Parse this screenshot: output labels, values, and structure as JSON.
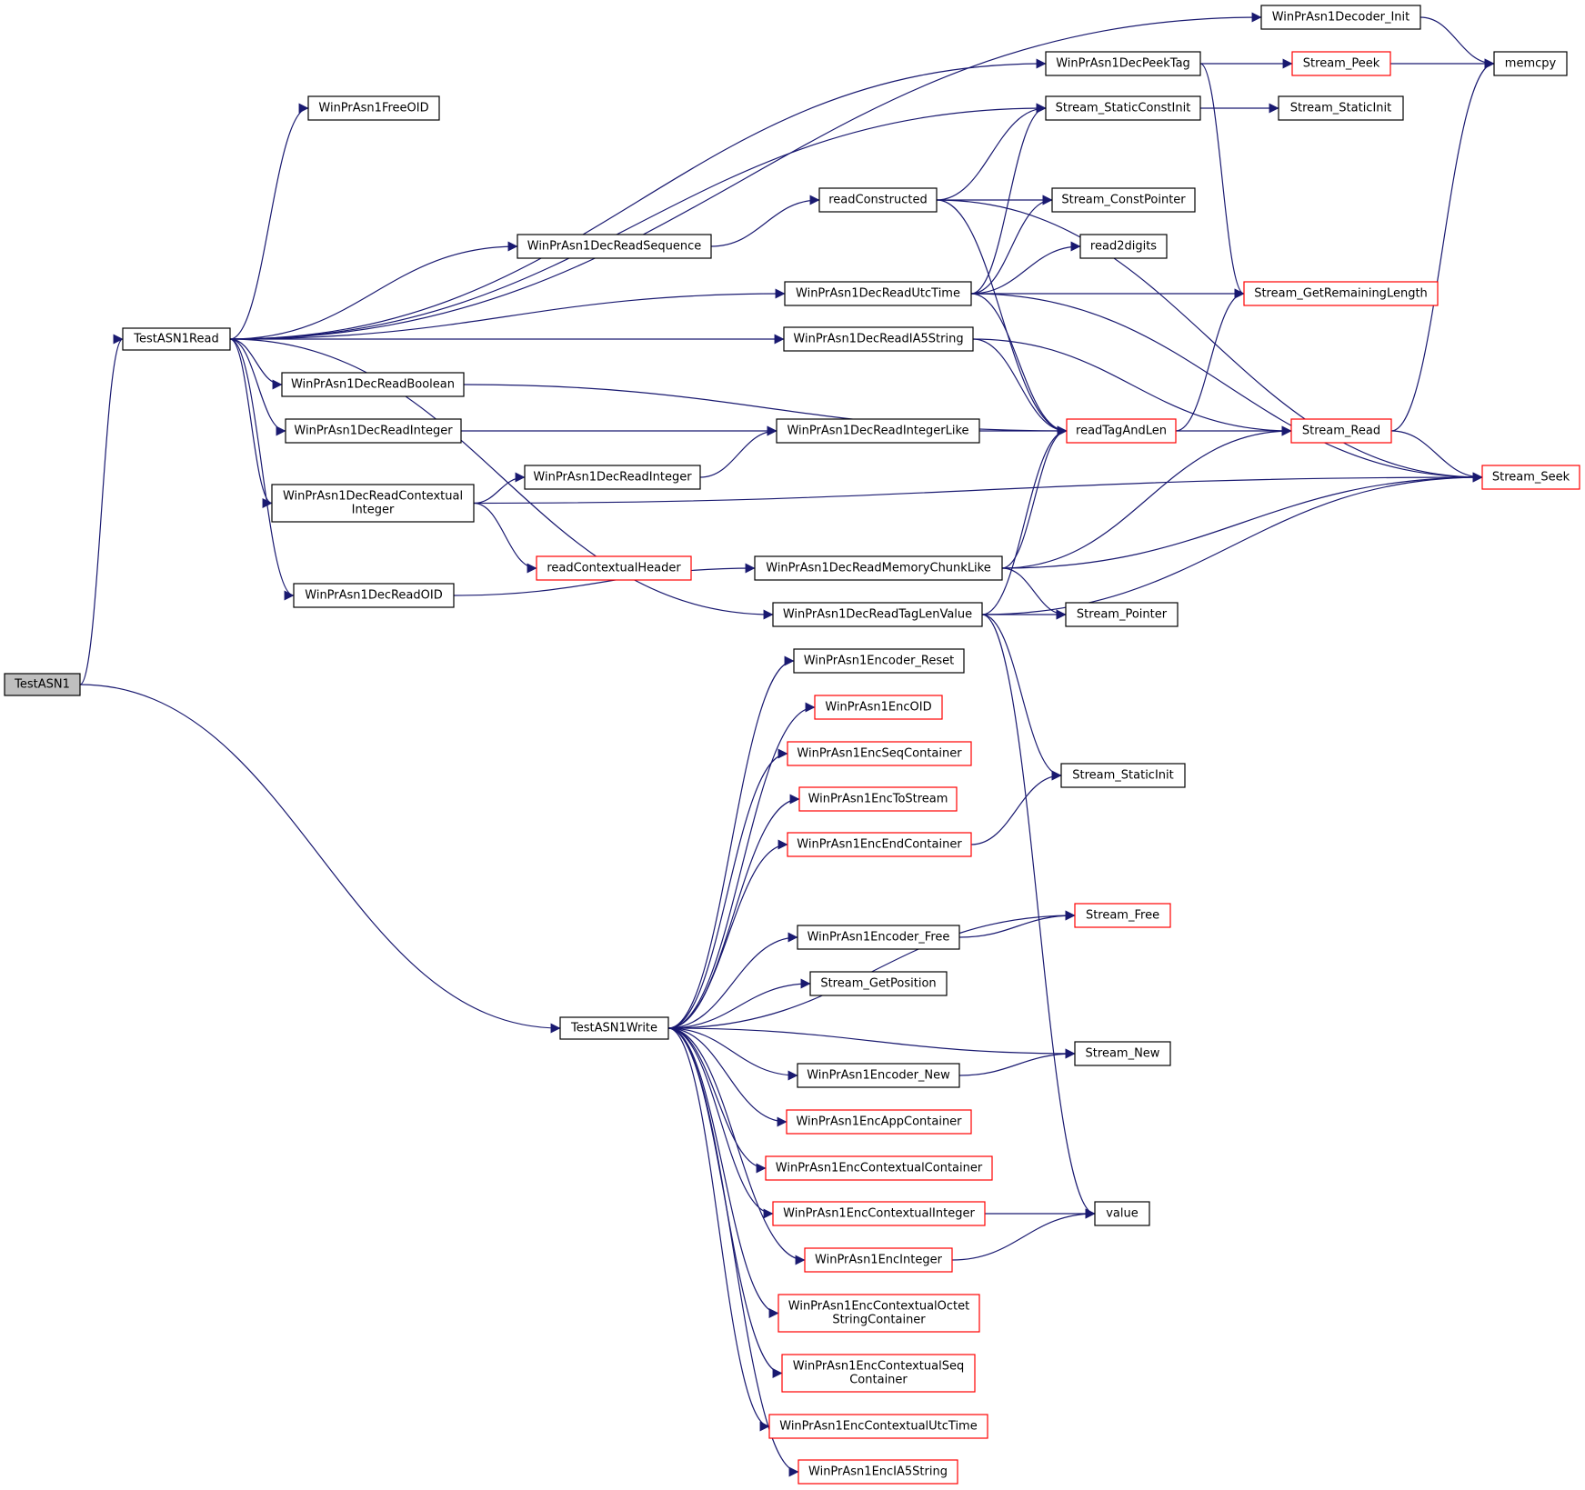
{
  "colors": {
    "edge": "#191970",
    "node_border": "#000000",
    "node_border_incomplete": "#ff0000",
    "root_fill": "#bfbfbf",
    "node_fill": "#ffffff"
  },
  "nodes": [
    {
      "id": "TestASN1",
      "lines": [
        "TestASN1"
      ],
      "style": "root"
    },
    {
      "id": "TestASN1Read",
      "lines": [
        "TestASN1Read"
      ],
      "style": "normal"
    },
    {
      "id": "TestASN1Write",
      "lines": [
        "TestASN1Write"
      ],
      "style": "normal"
    },
    {
      "id": "WinPrAsn1Decoder_Init",
      "lines": [
        "WinPrAsn1Decoder_Init"
      ],
      "style": "normal"
    },
    {
      "id": "memcpy",
      "lines": [
        "memcpy"
      ],
      "style": "normal"
    },
    {
      "id": "WinPrAsn1DecPeekTag",
      "lines": [
        "WinPrAsn1DecPeekTag"
      ],
      "style": "normal"
    },
    {
      "id": "Stream_Peek",
      "lines": [
        "Stream_Peek"
      ],
      "style": "red"
    },
    {
      "id": "WinPrAsn1FreeOID",
      "lines": [
        "WinPrAsn1FreeOID"
      ],
      "style": "normal"
    },
    {
      "id": "Stream_StaticConstInit",
      "lines": [
        "Stream_StaticConstInit"
      ],
      "style": "normal"
    },
    {
      "id": "Stream_StaticInit_top",
      "lines": [
        "Stream_StaticInit"
      ],
      "style": "normal"
    },
    {
      "id": "readConstructed",
      "lines": [
        "readConstructed"
      ],
      "style": "normal"
    },
    {
      "id": "Stream_ConstPointer",
      "lines": [
        "Stream_ConstPointer"
      ],
      "style": "normal"
    },
    {
      "id": "WinPrAsn1DecReadSequence",
      "lines": [
        "WinPrAsn1DecReadSequence"
      ],
      "style": "normal"
    },
    {
      "id": "read2digits",
      "lines": [
        "read2digits"
      ],
      "style": "normal"
    },
    {
      "id": "WinPrAsn1DecReadUtcTime",
      "lines": [
        "WinPrAsn1DecReadUtcTime"
      ],
      "style": "normal"
    },
    {
      "id": "Stream_GetRemainingLength",
      "lines": [
        "Stream_GetRemainingLength"
      ],
      "style": "red"
    },
    {
      "id": "WinPrAsn1DecReadIA5String",
      "lines": [
        "WinPrAsn1DecReadIA5String"
      ],
      "style": "normal"
    },
    {
      "id": "WinPrAsn1DecReadBoolean",
      "lines": [
        "WinPrAsn1DecReadBoolean"
      ],
      "style": "normal"
    },
    {
      "id": "WinPrAsn1DecReadInteger_a",
      "lines": [
        "WinPrAsn1DecReadInteger"
      ],
      "style": "normal"
    },
    {
      "id": "WinPrAsn1DecReadIntegerLike",
      "lines": [
        "WinPrAsn1DecReadIntegerLike"
      ],
      "style": "normal"
    },
    {
      "id": "readTagAndLen",
      "lines": [
        "readTagAndLen"
      ],
      "style": "red"
    },
    {
      "id": "Stream_Read",
      "lines": [
        "Stream_Read"
      ],
      "style": "red"
    },
    {
      "id": "Stream_Seek",
      "lines": [
        "Stream_Seek"
      ],
      "style": "red"
    },
    {
      "id": "WinPrAsn1DecReadInteger_b",
      "lines": [
        "WinPrAsn1DecReadInteger"
      ],
      "style": "normal"
    },
    {
      "id": "WinPrAsn1DecReadContextualInteger",
      "lines": [
        "WinPrAsn1DecReadContextual",
        "Integer"
      ],
      "style": "normal"
    },
    {
      "id": "readContextualHeader",
      "lines": [
        "readContextualHeader"
      ],
      "style": "red"
    },
    {
      "id": "WinPrAsn1DecReadMemoryChunkLike",
      "lines": [
        "WinPrAsn1DecReadMemoryChunkLike"
      ],
      "style": "normal"
    },
    {
      "id": "WinPrAsn1DecReadOID",
      "lines": [
        "WinPrAsn1DecReadOID"
      ],
      "style": "normal"
    },
    {
      "id": "WinPrAsn1DecReadTagLenValue",
      "lines": [
        "WinPrAsn1DecReadTagLenValue"
      ],
      "style": "normal"
    },
    {
      "id": "Stream_Pointer",
      "lines": [
        "Stream_Pointer"
      ],
      "style": "normal"
    },
    {
      "id": "WinPrAsn1Encoder_Reset",
      "lines": [
        "WinPrAsn1Encoder_Reset"
      ],
      "style": "normal"
    },
    {
      "id": "WinPrAsn1EncOID",
      "lines": [
        "WinPrAsn1EncOID"
      ],
      "style": "red"
    },
    {
      "id": "WinPrAsn1EncSeqContainer",
      "lines": [
        "WinPrAsn1EncSeqContainer"
      ],
      "style": "red"
    },
    {
      "id": "Stream_StaticInit_mid",
      "lines": [
        "Stream_StaticInit"
      ],
      "style": "normal"
    },
    {
      "id": "WinPrAsn1EncToStream",
      "lines": [
        "WinPrAsn1EncToStream"
      ],
      "style": "red"
    },
    {
      "id": "WinPrAsn1EncEndContainer",
      "lines": [
        "WinPrAsn1EncEndContainer"
      ],
      "style": "red"
    },
    {
      "id": "Stream_Free",
      "lines": [
        "Stream_Free"
      ],
      "style": "red"
    },
    {
      "id": "WinPrAsn1Encoder_Free",
      "lines": [
        "WinPrAsn1Encoder_Free"
      ],
      "style": "normal"
    },
    {
      "id": "Stream_GetPosition",
      "lines": [
        "Stream_GetPosition"
      ],
      "style": "normal"
    },
    {
      "id": "Stream_New",
      "lines": [
        "Stream_New"
      ],
      "style": "normal"
    },
    {
      "id": "WinPrAsn1Encoder_New",
      "lines": [
        "WinPrAsn1Encoder_New"
      ],
      "style": "normal"
    },
    {
      "id": "WinPrAsn1EncAppContainer",
      "lines": [
        "WinPrAsn1EncAppContainer"
      ],
      "style": "red"
    },
    {
      "id": "WinPrAsn1EncContextualContainer",
      "lines": [
        "WinPrAsn1EncContextualContainer"
      ],
      "style": "red"
    },
    {
      "id": "WinPrAsn1EncContextualInteger",
      "lines": [
        "WinPrAsn1EncContextualInteger"
      ],
      "style": "red"
    },
    {
      "id": "value",
      "lines": [
        "value"
      ],
      "style": "normal"
    },
    {
      "id": "WinPrAsn1EncInteger",
      "lines": [
        "WinPrAsn1EncInteger"
      ],
      "style": "red"
    },
    {
      "id": "WinPrAsn1EncContextualOctetStringContainer",
      "lines": [
        "WinPrAsn1EncContextualOctet",
        "StringContainer"
      ],
      "style": "red"
    },
    {
      "id": "WinPrAsn1EncContextualSeqContainer",
      "lines": [
        "WinPrAsn1EncContextualSeq",
        "Container"
      ],
      "style": "red"
    },
    {
      "id": "WinPrAsn1EncContextualUtcTime",
      "lines": [
        "WinPrAsn1EncContextualUtcTime"
      ],
      "style": "red"
    },
    {
      "id": "WinPrAsn1EncIA5String",
      "lines": [
        "WinPrAsn1EncIA5String"
      ],
      "style": "red"
    }
  ],
  "edges": [
    [
      "TestASN1",
      "TestASN1Read"
    ],
    [
      "TestASN1",
      "TestASN1Write"
    ],
    [
      "TestASN1Read",
      "WinPrAsn1Decoder_Init"
    ],
    [
      "TestASN1Read",
      "WinPrAsn1FreeOID"
    ],
    [
      "TestASN1Read",
      "WinPrAsn1DecPeekTag"
    ],
    [
      "TestASN1Read",
      "Stream_StaticConstInit"
    ],
    [
      "TestASN1Read",
      "WinPrAsn1DecReadSequence"
    ],
    [
      "TestASN1Read",
      "WinPrAsn1DecReadUtcTime"
    ],
    [
      "TestASN1Read",
      "WinPrAsn1DecReadIA5String"
    ],
    [
      "TestASN1Read",
      "WinPrAsn1DecReadBoolean"
    ],
    [
      "TestASN1Read",
      "WinPrAsn1DecReadInteger_a"
    ],
    [
      "TestASN1Read",
      "WinPrAsn1DecReadContextualInteger"
    ],
    [
      "TestASN1Read",
      "WinPrAsn1DecReadOID"
    ],
    [
      "TestASN1Read",
      "WinPrAsn1DecReadTagLenValue"
    ],
    [
      "WinPrAsn1Decoder_Init",
      "memcpy"
    ],
    [
      "WinPrAsn1DecPeekTag",
      "Stream_Peek"
    ],
    [
      "WinPrAsn1DecPeekTag",
      "Stream_GetRemainingLength"
    ],
    [
      "Stream_Peek",
      "memcpy"
    ],
    [
      "Stream_StaticConstInit",
      "Stream_StaticInit_top"
    ],
    [
      "WinPrAsn1DecReadSequence",
      "readConstructed"
    ],
    [
      "readConstructed",
      "Stream_StaticConstInit"
    ],
    [
      "readConstructed",
      "Stream_ConstPointer"
    ],
    [
      "readConstructed",
      "readTagAndLen"
    ],
    [
      "readConstructed",
      "Stream_Seek"
    ],
    [
      "WinPrAsn1DecReadUtcTime",
      "Stream_StaticConstInit"
    ],
    [
      "WinPrAsn1DecReadUtcTime",
      "Stream_ConstPointer"
    ],
    [
      "WinPrAsn1DecReadUtcTime",
      "read2digits"
    ],
    [
      "WinPrAsn1DecReadUtcTime",
      "Stream_GetRemainingLength"
    ],
    [
      "WinPrAsn1DecReadUtcTime",
      "readTagAndLen"
    ],
    [
      "WinPrAsn1DecReadUtcTime",
      "Stream_Seek"
    ],
    [
      "WinPrAsn1DecReadIA5String",
      "readTagAndLen"
    ],
    [
      "WinPrAsn1DecReadIA5String",
      "Stream_Read"
    ],
    [
      "WinPrAsn1DecReadBoolean",
      "readTagAndLen"
    ],
    [
      "WinPrAsn1DecReadInteger_a",
      "WinPrAsn1DecReadIntegerLike"
    ],
    [
      "WinPrAsn1DecReadIntegerLike",
      "readTagAndLen"
    ],
    [
      "readTagAndLen",
      "Stream_GetRemainingLength"
    ],
    [
      "readTagAndLen",
      "Stream_Read"
    ],
    [
      "Stream_Read",
      "memcpy"
    ],
    [
      "Stream_Read",
      "Stream_Seek"
    ],
    [
      "WinPrAsn1DecReadContextualInteger",
      "WinPrAsn1DecReadInteger_b"
    ],
    [
      "WinPrAsn1DecReadContextualInteger",
      "readContextualHeader"
    ],
    [
      "WinPrAsn1DecReadContextualInteger",
      "Stream_Seek"
    ],
    [
      "WinPrAsn1DecReadInteger_b",
      "WinPrAsn1DecReadIntegerLike"
    ],
    [
      "WinPrAsn1DecReadOID",
      "WinPrAsn1DecReadMemoryChunkLike"
    ],
    [
      "WinPrAsn1DecReadMemoryChunkLike",
      "readTagAndLen"
    ],
    [
      "WinPrAsn1DecReadMemoryChunkLike",
      "Stream_Read"
    ],
    [
      "WinPrAsn1DecReadMemoryChunkLike",
      "Stream_Seek"
    ],
    [
      "WinPrAsn1DecReadMemoryChunkLike",
      "Stream_Pointer"
    ],
    [
      "WinPrAsn1DecReadTagLenValue",
      "readTagAndLen"
    ],
    [
      "WinPrAsn1DecReadTagLenValue",
      "Stream_Pointer"
    ],
    [
      "WinPrAsn1DecReadTagLenValue",
      "Stream_Seek"
    ],
    [
      "WinPrAsn1DecReadTagLenValue",
      "Stream_StaticInit_mid"
    ],
    [
      "WinPrAsn1DecReadTagLenValue",
      "value"
    ],
    [
      "TestASN1Write",
      "WinPrAsn1Encoder_Reset"
    ],
    [
      "TestASN1Write",
      "WinPrAsn1EncOID"
    ],
    [
      "TestASN1Write",
      "WinPrAsn1EncSeqContainer"
    ],
    [
      "TestASN1Write",
      "WinPrAsn1EncToStream"
    ],
    [
      "TestASN1Write",
      "WinPrAsn1EncEndContainer"
    ],
    [
      "TestASN1Write",
      "Stream_Free"
    ],
    [
      "TestASN1Write",
      "WinPrAsn1Encoder_Free"
    ],
    [
      "TestASN1Write",
      "Stream_GetPosition"
    ],
    [
      "TestASN1Write",
      "Stream_New"
    ],
    [
      "TestASN1Write",
      "WinPrAsn1Encoder_New"
    ],
    [
      "TestASN1Write",
      "WinPrAsn1EncAppContainer"
    ],
    [
      "TestASN1Write",
      "WinPrAsn1EncContextualContainer"
    ],
    [
      "TestASN1Write",
      "WinPrAsn1EncContextualInteger"
    ],
    [
      "TestASN1Write",
      "WinPrAsn1EncInteger"
    ],
    [
      "TestASN1Write",
      "WinPrAsn1EncContextualOctetStringContainer"
    ],
    [
      "TestASN1Write",
      "WinPrAsn1EncContextualSeqContainer"
    ],
    [
      "TestASN1Write",
      "WinPrAsn1EncContextualUtcTime"
    ],
    [
      "TestASN1Write",
      "WinPrAsn1EncIA5String"
    ],
    [
      "WinPrAsn1EncEndContainer",
      "Stream_StaticInit_mid"
    ],
    [
      "WinPrAsn1Encoder_Free",
      "Stream_Free"
    ],
    [
      "WinPrAsn1Encoder_New",
      "Stream_New"
    ],
    [
      "WinPrAsn1EncContextualInteger",
      "value"
    ],
    [
      "WinPrAsn1EncInteger",
      "value"
    ]
  ]
}
